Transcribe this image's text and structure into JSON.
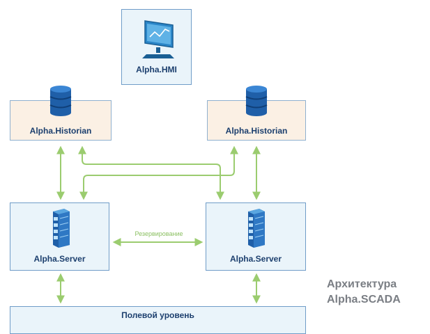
{
  "nodes": {
    "hmi": {
      "label": "Alpha.HMI",
      "icon": "monitor-icon"
    },
    "historian_left": {
      "label": "Alpha.Historian",
      "icon": "database-icon"
    },
    "historian_right": {
      "label": "Alpha.Historian",
      "icon": "database-icon"
    },
    "server_left": {
      "label": "Alpha.Server",
      "icon": "server-rack-icon"
    },
    "server_right": {
      "label": "Alpha.Server",
      "icon": "server-rack-icon"
    },
    "field_level": {
      "label": "Полевой уровень"
    }
  },
  "connections": {
    "redundancy_label": "Резервирование"
  },
  "caption": {
    "line1": "Архитектура",
    "line2": "Alpha.SCADA"
  },
  "colors": {
    "connector": "#9bcc6f",
    "box_border": "#6f9cc8",
    "title": "#1c3f6e",
    "historian_fill": "#fbf0e4",
    "node_fill": "#eaf4fa"
  }
}
